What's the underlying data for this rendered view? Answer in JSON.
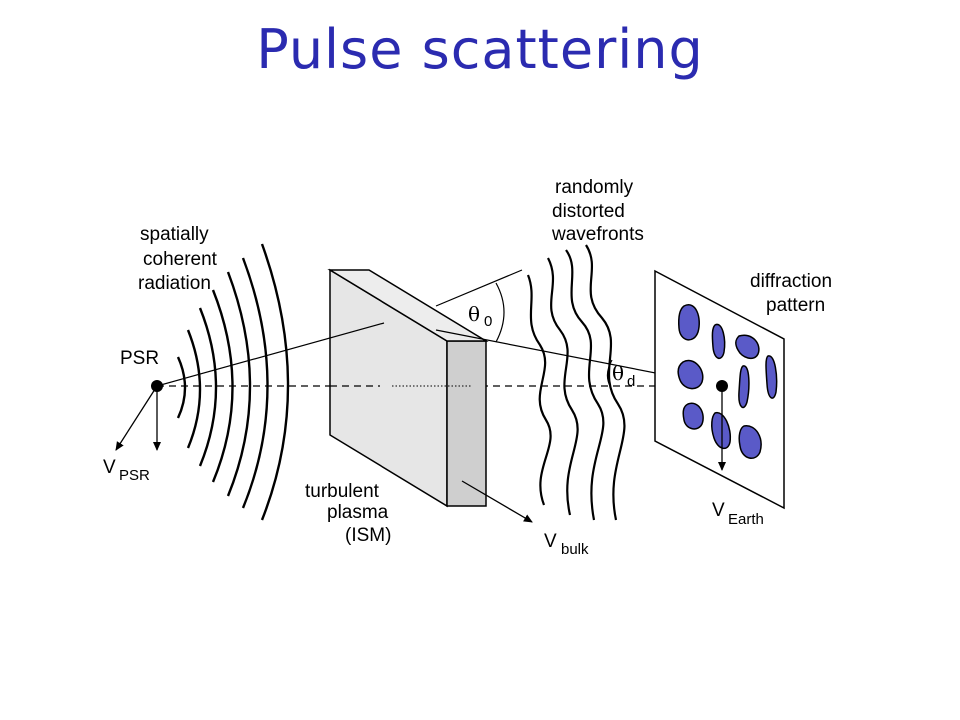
{
  "slide": {
    "title": "Pulse scattering"
  },
  "diagram": {
    "labels": {
      "radiation_line1": "spatially",
      "radiation_line2": "coherent",
      "radiation_line3": "radiation",
      "wavefronts_line1": "randomly",
      "wavefronts_line2": "distorted",
      "wavefronts_line3": "wavefronts",
      "diffraction_line1": "diffraction",
      "diffraction_line2": "pattern",
      "psr": "PSR",
      "plasma_line1": "turbulent",
      "plasma_line2": "plasma",
      "plasma_line3": "(ISM)",
      "theta0_symbol": "θ",
      "theta0_sub": "0",
      "thetad_symbol": "θ",
      "thetad_sub": "d",
      "v_psr_main": "V",
      "v_psr_sub": "PSR",
      "v_bulk_main": "V",
      "v_bulk_sub": "bulk",
      "v_earth_main": "V",
      "v_earth_sub": "Earth"
    },
    "colors": {
      "title": "#2b2bb0",
      "blob_fill": "#5a5ac8",
      "slab_front": "#e6e6e6",
      "slab_side": "#cfcfcf"
    }
  }
}
